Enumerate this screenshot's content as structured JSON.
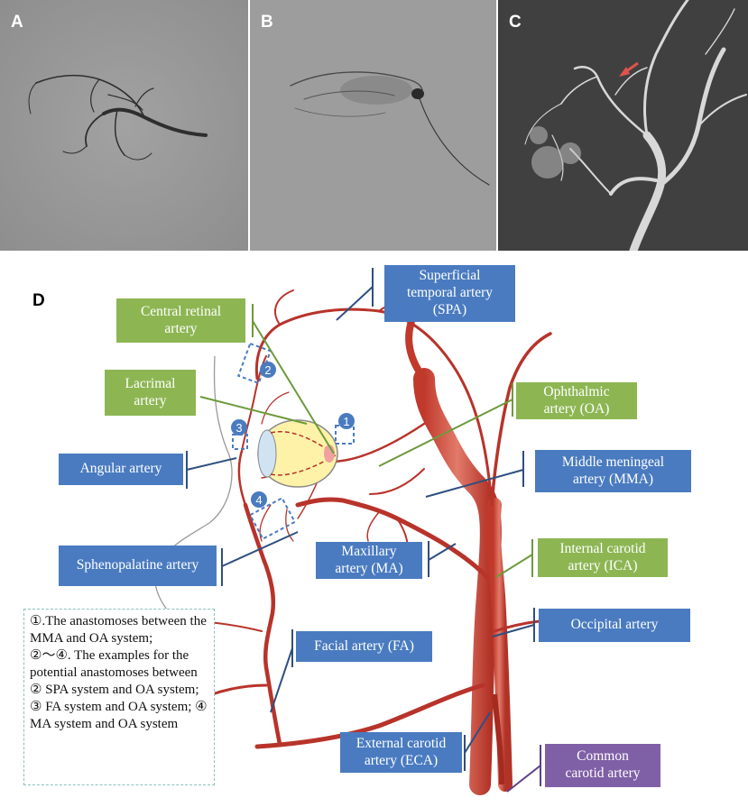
{
  "panels": {
    "a_letter": "A",
    "b_letter": "B",
    "c_letter": "C",
    "d_letter": "D"
  },
  "labels": {
    "central_retinal": "Central retinal\nartery",
    "lacrimal": "Lacrimal\nartery",
    "angular": "Angular artery",
    "sphenopalatine": "Sphenopalatine artery",
    "superficial_temporal": "Superficial\ntemporal artery\n(SPA)",
    "ophthalmic": "Ophthalmic\nartery (OA)",
    "middle_meningeal": "Middle meningeal\nartery (MMA)",
    "maxillary": "Maxillary\nartery (MA)",
    "internal_carotid": "Internal carotid\nartery (ICA)",
    "occipital": "Occipital artery",
    "facial": "Facial artery (FA)",
    "external_carotid": "External carotid\nartery (ECA)",
    "common_carotid": "Common\ncarotid artery"
  },
  "markers": {
    "m1": "1",
    "m2": "2",
    "m3": "3",
    "m4": "4"
  },
  "legend": {
    "line1": "①.The anastomoses between the MMA and OA system;",
    "line2": "②～④. The examples for the potential anastomoses between ② SPA system and OA system; ③ FA system and OA system; ④ MA system and OA system"
  },
  "colors": {
    "label_blue": "#4a7bc0",
    "label_green": "#8db653",
    "label_purple": "#7f5fa6",
    "artery_red": "#b8332a",
    "marker_blue": "#4a7bc0"
  }
}
